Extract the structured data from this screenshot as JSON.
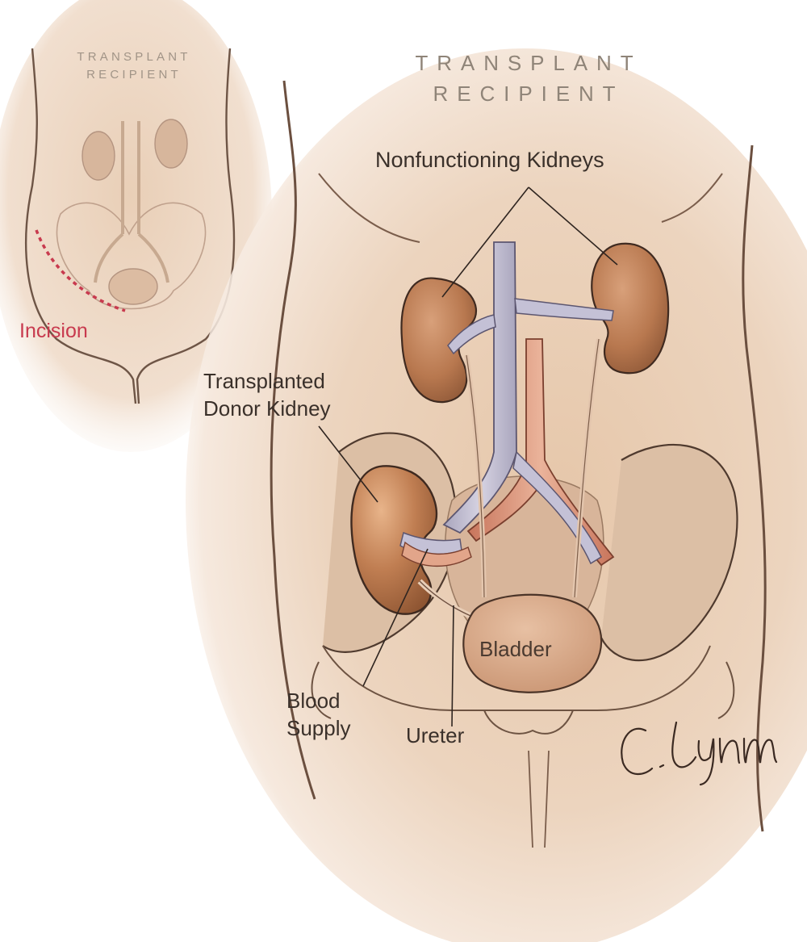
{
  "inset": {
    "title_line1": "TRANSPLANT",
    "title_line2": "RECIPIENT",
    "incision_label": "Incision"
  },
  "main": {
    "title_line1": "TRANSPLANT",
    "title_line2": "RECIPIENT",
    "labels": {
      "nonfunctioning_kidneys": "Nonfunctioning Kidneys",
      "transplanted_line1": "Transplanted",
      "transplanted_line2": "Donor Kidney",
      "bladder": "Bladder",
      "blood_line1": "Blood",
      "blood_line2": "Supply",
      "ureter": "Ureter"
    },
    "signature": "C. Lynm"
  },
  "colors": {
    "skin": "#ead3bd",
    "kidney": "#b8784f",
    "vessel_vein": "#b7b4c8",
    "vessel_artery": "#d9957a",
    "incision": "#c83a4e",
    "label_text": "#3a302a"
  }
}
